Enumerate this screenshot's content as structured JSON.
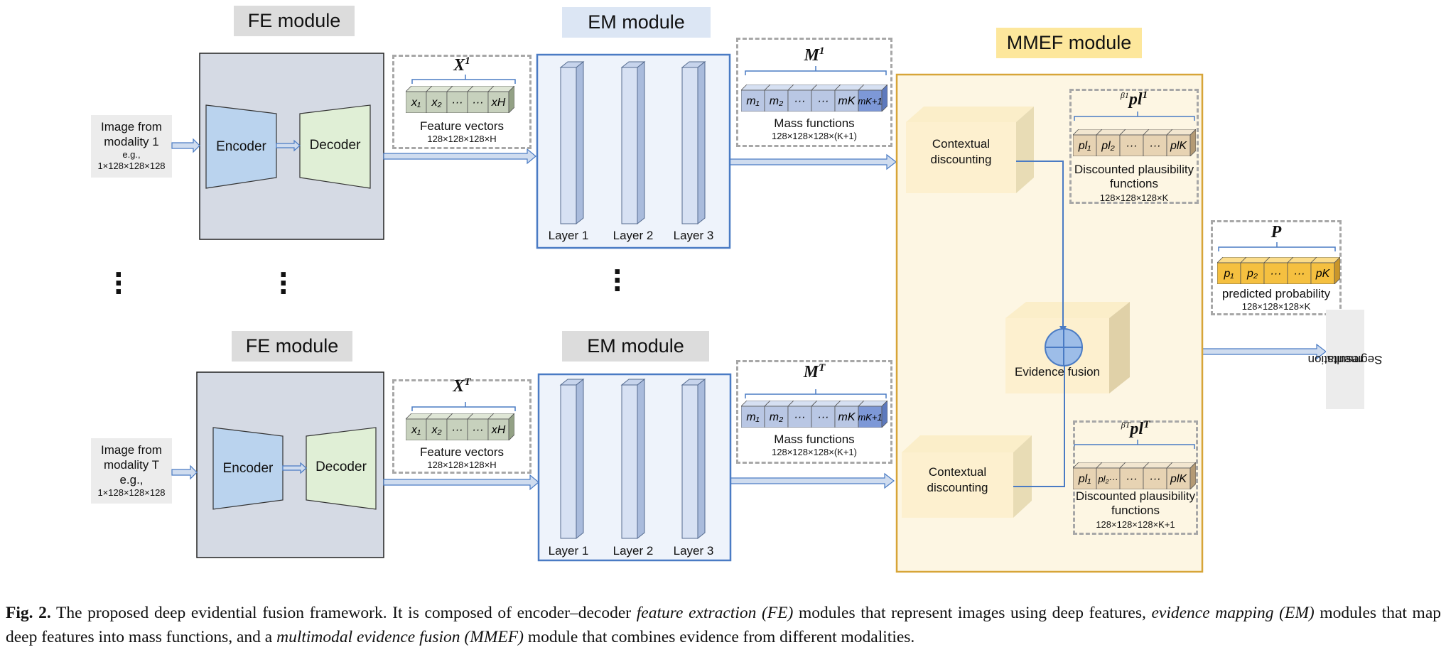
{
  "fe_top_tag": "FE module",
  "fe_bottom_tag": "FE module",
  "em_top_tag": "EM module",
  "em_bottom_tag": "EM module",
  "mmef_tag": "MMEF module",
  "source_top": {
    "line1": "Image from",
    "line2": "modality 1",
    "line3": "e.g.,",
    "line4": "1×128×128×128"
  },
  "source_bottom": {
    "line1": "Image from",
    "line2": "modality T",
    "line3": "e.g.,",
    "line4": "1×128×128×128"
  },
  "encoder_label": "Encoder",
  "decoder_label": "Decoder",
  "feature_top": {
    "title_base": "X",
    "title_sup": "1",
    "cells": [
      "x₁",
      "x₂",
      "···",
      "···",
      "xH"
    ],
    "label": "Feature vectors",
    "dims": "128×128×128×H"
  },
  "feature_bottom": {
    "title_base": "X",
    "title_sup": "T",
    "cells": [
      "x₁",
      "x₂",
      "···",
      "···",
      "xH"
    ],
    "label": "Feature vectors",
    "dims": "128×128×128×H"
  },
  "layers": [
    "Layer 1",
    "Layer 2",
    "Layer 3"
  ],
  "mass_top": {
    "title_base": "M",
    "title_sup": "1",
    "cells": [
      "m₁",
      "m₂",
      "···",
      "···",
      "mK",
      "mK+1"
    ],
    "label": "Mass functions",
    "dims": "128×128×128×(K+1)"
  },
  "mass_bottom": {
    "title_base": "M",
    "title_sup": "T",
    "cells": [
      "m₁",
      "m₂",
      "···",
      "···",
      "mK",
      "mK+1"
    ],
    "label": "Mass functions",
    "dims": "128×128×128×(K+1)"
  },
  "contextual_top": {
    "line1": "Contextual",
    "line2": "discounting"
  },
  "contextual_bottom": {
    "line1": "Contextual",
    "line2": "discounting"
  },
  "evidence_fusion": "Evidence fusion",
  "pl_top": {
    "title_pre": "β1",
    "title_base": "pl",
    "title_sup": "1",
    "cells": [
      "pl₁",
      "pl₂",
      "···",
      "···",
      "plK"
    ],
    "line1": "Discounted plausibility",
    "line2": "functions",
    "dims": "128×128×128×K"
  },
  "pl_bottom": {
    "title_pre": "βT",
    "title_base": "pl",
    "title_sup": "T",
    "cells": [
      "pl₁",
      "pl₂···",
      "···",
      "···",
      "plK"
    ],
    "line1": "Discounted plausibility",
    "line2": "functions",
    "dims": "128×128×128×K+1"
  },
  "prob": {
    "title": "P",
    "cells": [
      "p₁",
      "p₂",
      "···",
      "···",
      "pK"
    ],
    "label": "predicted probability",
    "dims": "128×128×128×K"
  },
  "segmentation": {
    "line1": "Segmentation",
    "line2": "results"
  },
  "caption": {
    "fig_label": "Fig. 2.",
    "t1": " The proposed deep evidential fusion framework. It is composed of encoder–decoder ",
    "i1": "feature extraction (FE)",
    "t2": " modules that represent images using deep features, ",
    "i2": "evidence mapping (EM)",
    "t3": " modules that map deep features into mass functions, and a ",
    "i3": "multimodal evidence fusion (MMEF)",
    "t4": " module that combines evidence from different modalities."
  },
  "colors": {
    "fe_panel": "#d5dae4",
    "encoder": "#bad3ee",
    "decoder": "#e0efd6",
    "em_border": "#4a7bc4",
    "mmef_border": "#d7a538",
    "mmef_fill": "#fdf6e3",
    "arrow": "#cfdcef",
    "feature_cell": "#c7d1bd",
    "mass_cell": "#b9c7e4",
    "mass_last": "#7d98d7",
    "pl_cell": "#e7d3b3",
    "prob_cell": "#f5c040"
  }
}
